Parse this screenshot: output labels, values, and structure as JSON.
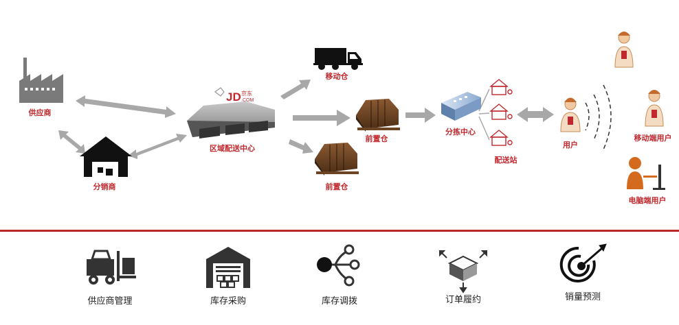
{
  "top_nodes": {
    "supplier": "供应商",
    "distributor": "分销商",
    "rdc": "区域配送中心",
    "mobile_warehouse": "移动仓",
    "front_warehouse_1": "前置仓",
    "front_warehouse_2": "前置仓",
    "sorting_center": "分拣中心",
    "delivery_station": "配送站",
    "user": "用户",
    "mobile_user": "移动端用户",
    "pc_user": "电脑端用户"
  },
  "logo": {
    "brand": "JD",
    "brand_cn": "京东",
    "brand_sub": ".COM"
  },
  "bottom_modules": [
    {
      "label": "供应商管理",
      "icon": "forklift-icon"
    },
    {
      "label": "库存采购",
      "icon": "warehouse-icon"
    },
    {
      "label": "库存调拨",
      "icon": "network-node-icon"
    },
    {
      "label": "订单履约",
      "icon": "package-box-icon"
    },
    {
      "label": "销量预测",
      "icon": "radar-target-icon"
    }
  ],
  "colors": {
    "accent_red": "#c0282d",
    "arrow_gray": "#a8a8a8",
    "divider": "#b8282b"
  }
}
